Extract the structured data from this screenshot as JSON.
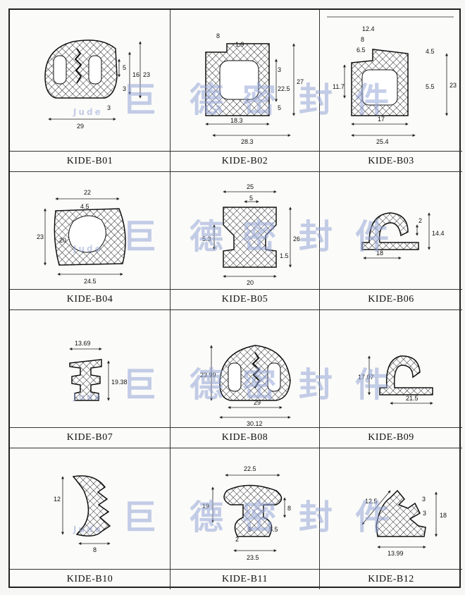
{
  "watermark": {
    "chars": [
      "巨",
      "德",
      "密",
      "封",
      "件"
    ],
    "latin": "Jude"
  },
  "cells": [
    {
      "label": "KIDE-B01",
      "dims": [
        "5",
        "16",
        "23",
        "3",
        "3",
        "29"
      ]
    },
    {
      "label": "KIDE-B02",
      "dims": [
        "8",
        "1.9",
        "3",
        "22.5",
        "27",
        "5",
        "18.3",
        "28.3"
      ]
    },
    {
      "label": "KIDE-B03",
      "dims": [
        "12.4",
        "8",
        "6.5",
        "4.5",
        "11.7",
        "5.5",
        "23",
        "17",
        "25.4"
      ]
    },
    {
      "label": "KIDE-B04",
      "dims": [
        "22",
        "4.5",
        "23",
        "20",
        "24.5"
      ]
    },
    {
      "label": "KIDE-B05",
      "dims": [
        "25",
        "5",
        "5.3",
        "26",
        "1.5",
        "20"
      ]
    },
    {
      "label": "KIDE-B06",
      "dims": [
        "2",
        "14.4",
        "18"
      ]
    },
    {
      "label": "KIDE-B07",
      "dims": [
        "13.69",
        "19.38"
      ]
    },
    {
      "label": "KIDE-B08",
      "dims": [
        "23.99",
        "29",
        "30.12"
      ]
    },
    {
      "label": "KIDE-B09",
      "dims": [
        "17.07",
        "21.5"
      ]
    },
    {
      "label": "KIDE-B10",
      "dims": [
        "12",
        "8"
      ]
    },
    {
      "label": "KIDE-B11",
      "dims": [
        "22.5",
        "19",
        "8",
        "5",
        "5.5",
        "2",
        "23.5"
      ]
    },
    {
      "label": "KIDE-B12",
      "dims": [
        "12.5",
        "3",
        "3",
        "18",
        "13.99"
      ]
    }
  ]
}
